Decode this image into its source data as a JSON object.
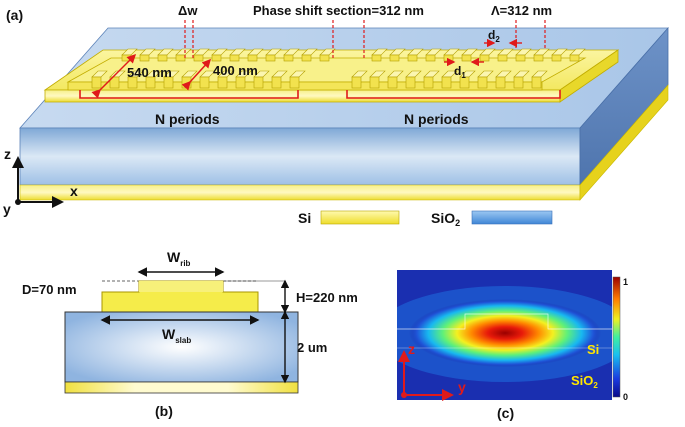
{
  "panel_a": {
    "label": "(a)",
    "delta_w": "Δw",
    "phase_shift": "Phase shift section=312 nm",
    "lambda": "Λ=312 nm",
    "d2": "d",
    "d2_sub": "2",
    "d1": "d",
    "d1_sub": "1",
    "width_540": "540 nm",
    "width_400": "400 nm",
    "n_periods_left": "N periods",
    "n_periods_right": "N periods",
    "axis_z": "z",
    "axis_x": "x",
    "axis_y": "y",
    "legend_si": "Si",
    "legend_sio2": "SiO",
    "legend_sio2_sub": "2"
  },
  "panel_b": {
    "label": "(b)",
    "w_rib": "W",
    "w_rib_sub": "rib",
    "w_slab": "W",
    "w_slab_sub": "slab",
    "d_label": "D=70 nm",
    "h_label": "H=220 nm",
    "oxide_label": "2 um"
  },
  "panel_c": {
    "label": "(c)",
    "colorbar_max": "1",
    "colorbar_min": "0",
    "si": "Si",
    "sio2": "SiO",
    "sio2_sub": "2",
    "axis_z": "z",
    "axis_y": "y"
  },
  "colors": {
    "si": "#f5ec4a",
    "sio2": "#7fb2e6",
    "annotation": "#e01a1a",
    "field_background": "#1a2fb0"
  }
}
